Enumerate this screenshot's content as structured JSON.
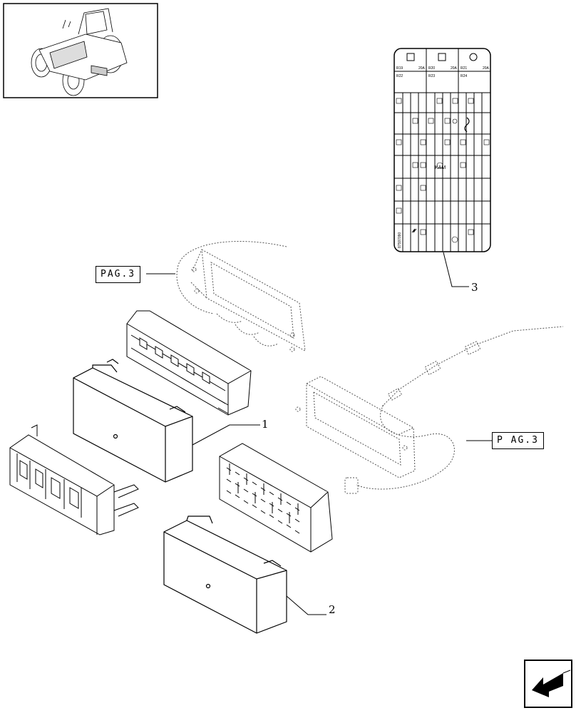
{
  "callouts": {
    "item1": "1",
    "item2": "2",
    "item3": "3"
  },
  "references": {
    "ref_left": "PAG.3",
    "ref_right": "P AG.3"
  },
  "fuse_card": {
    "relays": [
      {
        "id": "R19",
        "amp": "20A"
      },
      {
        "id": "R20",
        "amp": "20A"
      },
      {
        "id": "R21",
        "amp": "20A"
      }
    ],
    "relays_row2": [
      "R22",
      "R23",
      "R24"
    ],
    "fuse_text": "KAM",
    "part_code": "87597090"
  },
  "icons": {
    "navigation": "next-page-arrow-icon",
    "thumbnail": "tractor-thumbnail-icon"
  }
}
